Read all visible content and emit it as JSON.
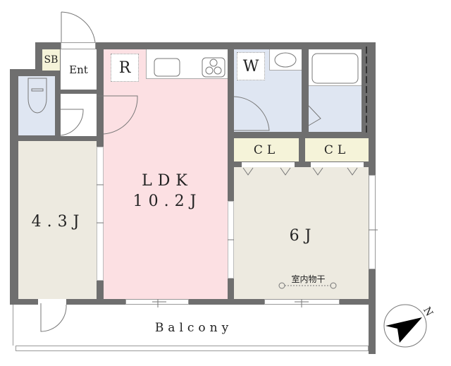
{
  "rooms": {
    "sb": "SB",
    "entrance": "Ent",
    "refrigerator": "R",
    "washer": "W",
    "ldk_name": "LDK",
    "ldk_size": "10.2J",
    "western_small": "4.3J",
    "western_large": "6J",
    "closet_1": "CL",
    "closet_2": "CL",
    "indoor_drying": "室内物干",
    "balcony": "Balcony"
  },
  "compass": {
    "label": "N"
  },
  "colors": {
    "wall": "#6f6f6f",
    "ldk": "#fce0e3",
    "wet": "#dfe6f2",
    "bedroom": "#edeae0",
    "storage": "#f5f3d9"
  }
}
